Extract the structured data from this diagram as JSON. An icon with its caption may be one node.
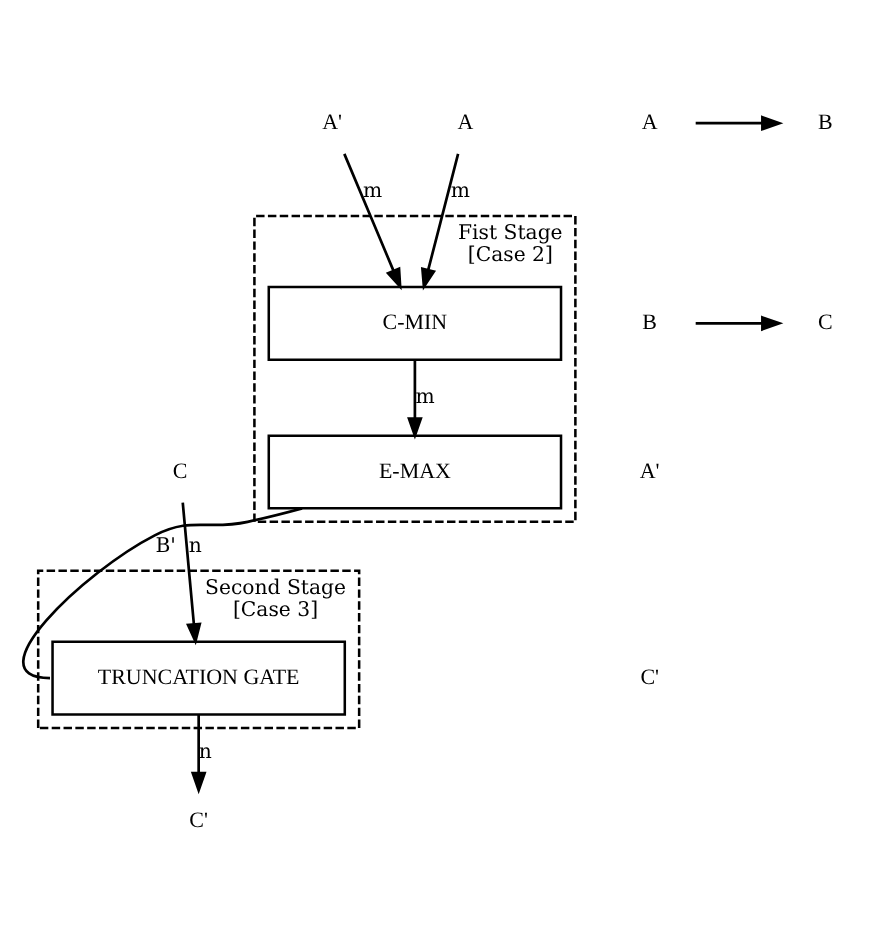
{
  "diagram": {
    "nodes": [
      {
        "text": [
          "Fist Stage [Case 2]"
        ]
      },
      {
        "text": [
          "A'"
        ]
      },
      {
        "text": [
          "A"
        ]
      },
      {
        "text": [
          "C-MIN"
        ],
        "in": 0
      },
      {
        "text": [
          "E-MAX"
        ],
        "in": 0
      },
      {
        "text": [
          "Second Stage [Case 3]"
        ]
      },
      {
        "text": [
          "C"
        ]
      },
      {
        "text": [
          "TRUNCATION GATE"
        ],
        "in": 5
      },
      {
        "text": [
          "C'"
        ]
      },
      {
        "text": [
          "A"
        ]
      },
      {
        "text": [
          "B"
        ]
      },
      {
        "text": [
          "B"
        ]
      },
      {
        "text": [
          "C"
        ]
      }
    ],
    "edges": [
      {
        "from": 1,
        "to": 3,
        "arrow": "to",
        "label": "m"
      },
      {
        "from": 2,
        "to": 3,
        "arrow": "to",
        "label": "m"
      },
      {
        "from": 3,
        "to": 4,
        "arrow": "to",
        "label": "m"
      },
      {
        "from": 4,
        "to": 7,
        "arrow": "none",
        "label": "B'"
      },
      {
        "from": 6,
        "to": 7,
        "arrow": "to",
        "label": "n"
      },
      {
        "from": 7,
        "to": 8,
        "arrow": "to",
        "label": "n"
      },
      {
        "from": 9,
        "to": 10,
        "arrow": "to"
      },
      {
        "from": 11,
        "to": 12,
        "arrow": "to"
      }
    ],
    "labels": [
      "A'",
      "C'"
    ]
  }
}
